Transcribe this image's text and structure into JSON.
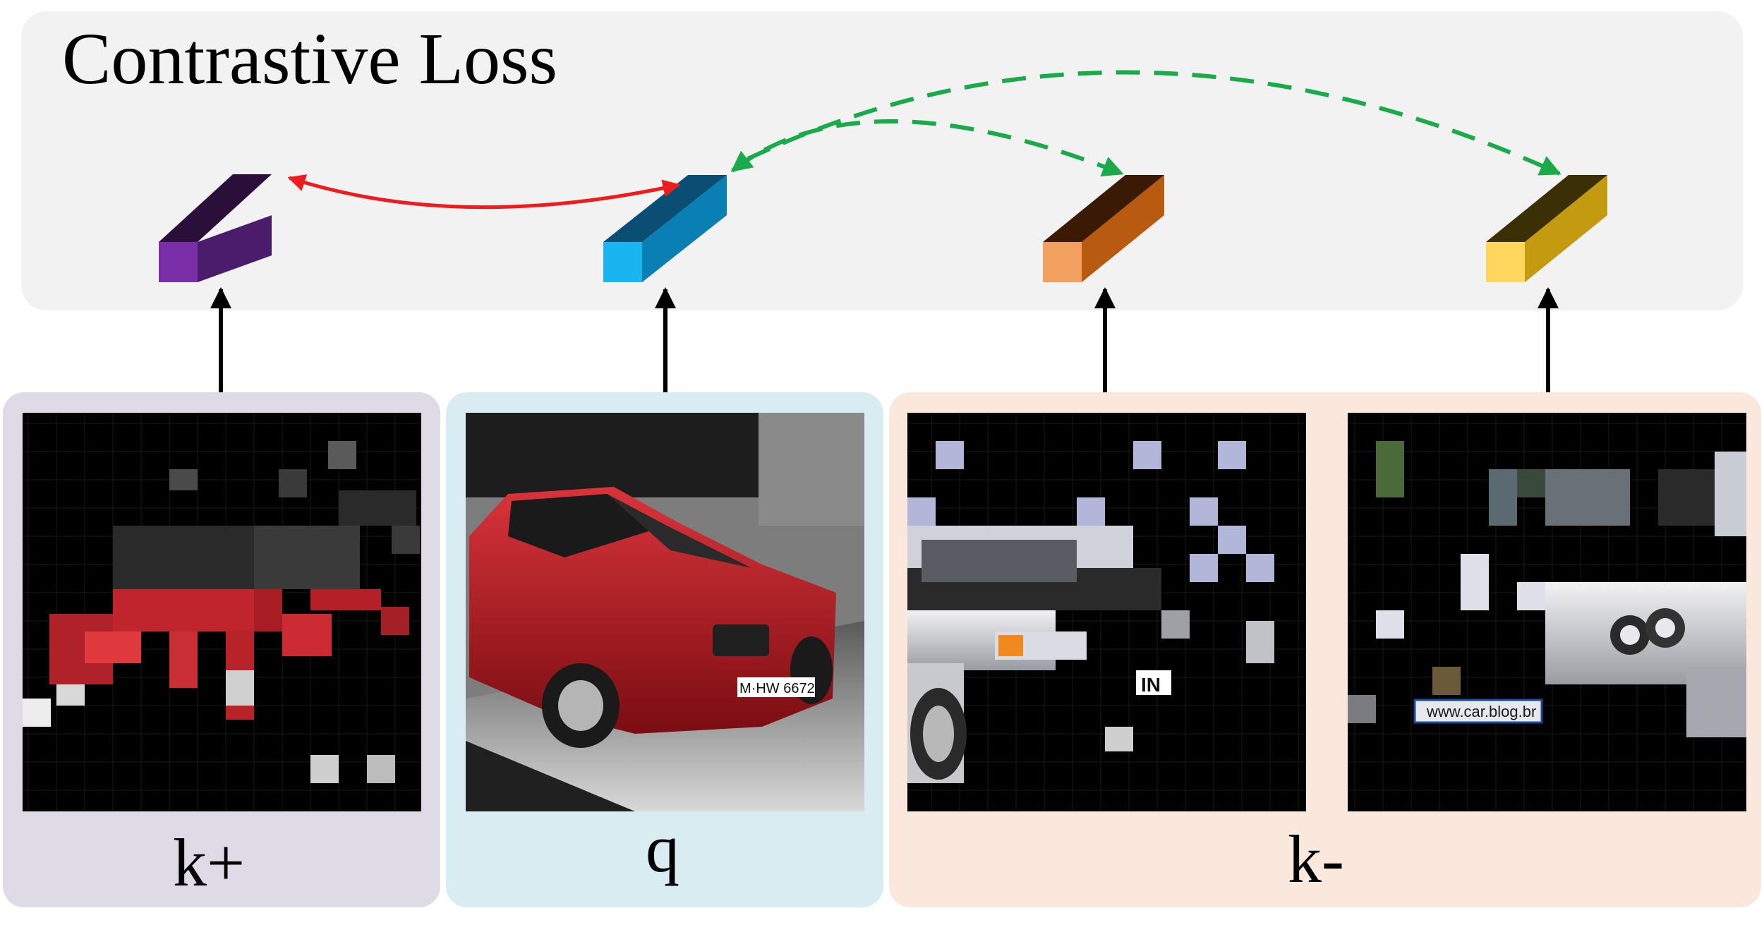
{
  "title": "Contrastive Loss",
  "groups": [
    {
      "label": "k+",
      "fill": "#dedae6"
    },
    {
      "label": "q",
      "fill": "#d9ecf2"
    },
    {
      "label": "k-",
      "fill": "#fbe8dc"
    }
  ],
  "features": [
    {
      "name": "positive-key-feature",
      "front": "#7a2ea8",
      "top": "#2a0f3b",
      "side": "#4b1c6b"
    },
    {
      "name": "query-feature",
      "front": "#1ab4f0",
      "top": "#0a4f73",
      "side": "#0a7fb3"
    },
    {
      "name": "negative-key-feature-1",
      "front": "#f2a060",
      "top": "#3a1a05",
      "side": "#b85a10"
    },
    {
      "name": "negative-key-feature-2",
      "front": "#ffd75e",
      "top": "#3a2f05",
      "side": "#c49a10"
    }
  ],
  "colors": {
    "panel": "#f2f2f2",
    "positive_arrow": "#ee1c1c",
    "negative_arrow": "#1aaa4a"
  },
  "images": {
    "plate_text_query": "M·HW 6672",
    "plate_text_negative_1": "IN",
    "plate_text_negative_2": "www.car.blog.br"
  }
}
